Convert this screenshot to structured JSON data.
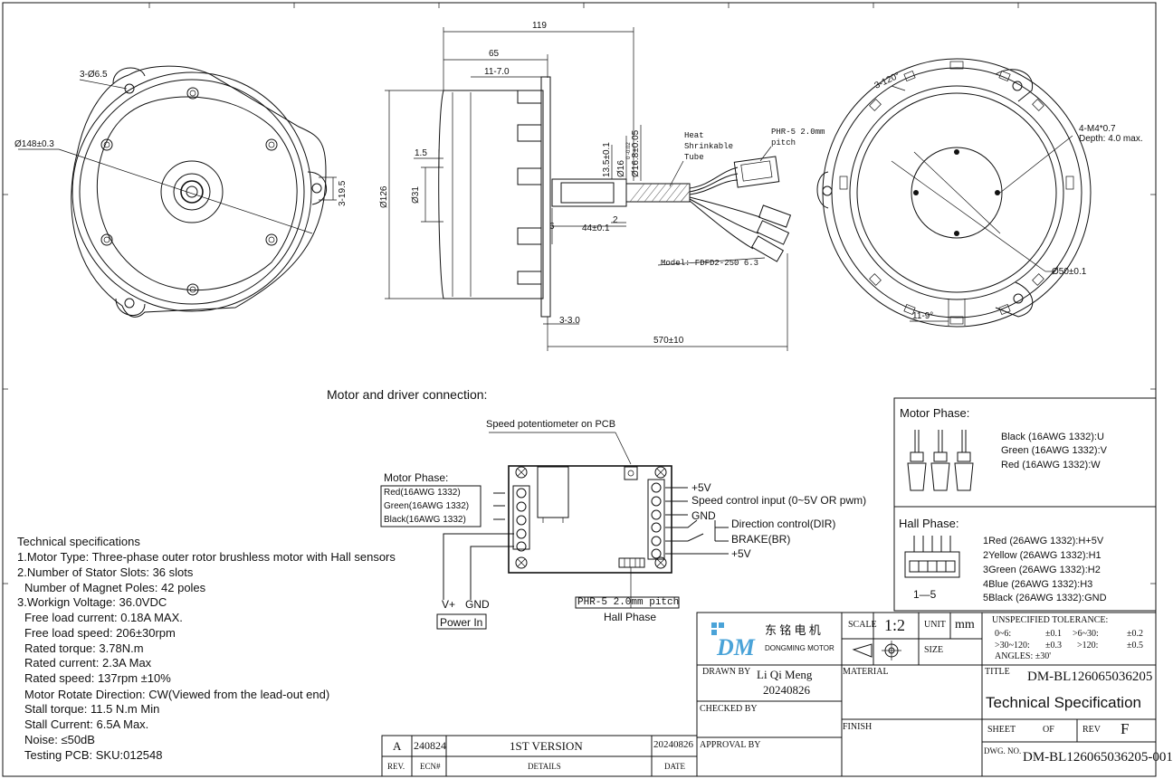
{
  "views": {
    "front": {
      "holes_label": "3-Ø6.5",
      "diameter_label": "Ø148±0.3",
      "tab_label": "3-19.5"
    },
    "side": {
      "dim_119": "119",
      "dim_65": "65",
      "dim_11_7": "11-7.0",
      "dim_1_5": "1.5",
      "dim_126": "Ø126",
      "dim_31": "Ø31",
      "dim_13_5": "13.5±0.1",
      "dim_16": "Ø16",
      "dim_16_tol": "0 -0.02",
      "dim_16_8": "Ø16.8±0.05",
      "dim_44": "44±0.1",
      "dim_2": "2",
      "dim_6": "6",
      "dim_3_3": "3-3.0",
      "dim_570": "570±10",
      "heat_tube": "Heat\nShrinkable\nTube",
      "connector": "PHR-5 2.0mm\npitch",
      "model": "Model: FDFD2-250 6.3"
    },
    "rear": {
      "angle_label": "3-120°",
      "thread_label": "4-M4*0.7",
      "depth_label": "Depth: 4.0 max.",
      "d50_label": "Ø50±0.1",
      "dim_11_9": "11-9°"
    }
  },
  "connection": {
    "title": "Motor and driver connection:",
    "pot_label": "Speed potentiometer on PCB",
    "motor_phase_heading": "Motor Phase:",
    "motor_phase_wires": [
      "Red(16AWG 1332)",
      "Green(16AWG 1332)",
      "Black(16AWG 1332)"
    ],
    "right_terminals": [
      "+5V",
      "Speed control input (0~5V OR pwm)",
      "GND",
      "Direction control(DIR)",
      "BRAKE(BR)",
      "+5V"
    ],
    "power_vplus": "V+",
    "power_gnd": "GND",
    "power_in": "Power In",
    "hall_connector": "PHR-5 2.0mm pitch",
    "hall_phase": "Hall Phase"
  },
  "phase_box": {
    "motor_phase_title": "Motor Phase:",
    "motor_wires": [
      "Black (16AWG 1332):U",
      "Green (16AWG 1332):V",
      "Red (16AWG 1332):W"
    ],
    "hall_phase_title": "Hall Phase:",
    "hall_range": "1—5",
    "hall_wires": [
      "1Red (26AWG 1332):H+5V",
      "2Yellow (26AWG 1332):H1",
      "3Green (26AWG 1332):H2",
      "4Blue (26AWG 1332):H3",
      "5Black (26AWG 1332):GND"
    ]
  },
  "specs": {
    "title": "Technical specifications",
    "lines": [
      "1.Motor Type: Three-phase outer rotor brushless motor with Hall sensors",
      "2.Number of Stator Slots: 36 slots",
      "  Number of Magnet Poles: 42 poles",
      "3.Workign Voltage: 36.0VDC",
      "  Free load current: 0.18A MAX.",
      "  Free load speed: 206±30rpm",
      "  Rated torque: 3.78N.m",
      "  Rated current: 2.3A Max",
      "  Rated speed: 137rpm ±10%",
      "  Motor Rotate Direction: CW(Viewed from the lead-out end)",
      "  Stall torque: 11.5 N.m Min",
      "  Stall Current: 6.5A Max.",
      "  Noise: ≤50dB",
      "  Testing PCB: SKU:012548"
    ]
  },
  "revision": {
    "rev": "A",
    "ecn": "240824",
    "details": "1ST VERSION",
    "date": "20240826",
    "h_rev": "REV.",
    "h_ecn": "ECN#",
    "h_details": "DETAILS",
    "h_date": "DATE"
  },
  "title_block": {
    "company_cn": "东 铭 电 机",
    "company_en": "DONGMING MOTOR",
    "scale_label": "SCALE",
    "scale": "1:2",
    "unit_label": "UNIT",
    "unit": "mm",
    "size_label": "SIZE",
    "tolerance_title": "UNSPECIFIED TOLERANCE:",
    "tol_1a": "0~6:",
    "tol_1b": "±0.1",
    "tol_1c": ">6~30:",
    "tol_1d": "±0.2",
    "tol_2a": ">30~120:",
    "tol_2b": "±0.3",
    "tol_2c": ">120:",
    "tol_2d": "±0.5",
    "tol_3": "ANGLES: ±30'",
    "drawn_by_label": "DRAWN BY",
    "drawn_by": "Li Qi Meng",
    "drawn_date": "20240826",
    "checked_by_label": "CHECKED BY",
    "approval_by_label": "APPROVAL BY",
    "material_label": "MATERIAL",
    "finish_label": "FINISH",
    "title_label": "TITLE",
    "part_no": "DM-BL126065036205",
    "doc_title": "Technical Specification",
    "sheet_label": "SHEET",
    "of_label": "OF",
    "rev_label": "REV",
    "rev_value": "F",
    "dwg_label": "DWG. NO.",
    "dwg_no": "DM-BL126065036205-001"
  }
}
